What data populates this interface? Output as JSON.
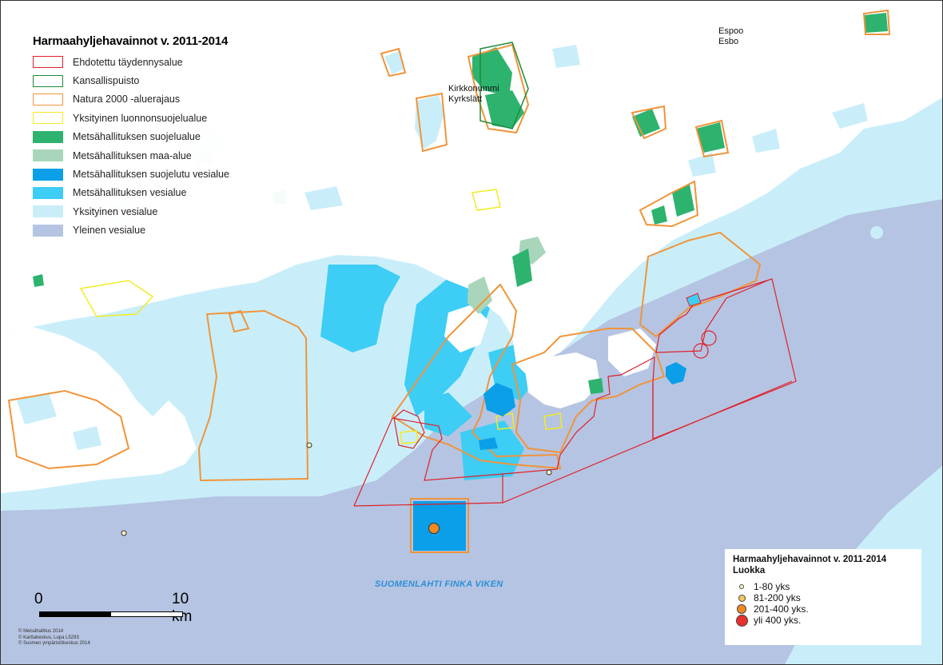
{
  "legend": {
    "title": "Harmaahyljehavainnot v. 2011-2014",
    "items": [
      {
        "label": "Ehdotettu täydennysalue",
        "fill": "#ffffff",
        "stroke": "#e0202a"
      },
      {
        "label": "Kansallispuisto",
        "fill": "#ffffff",
        "stroke": "#1e8c3a"
      },
      {
        "label": "Natura 2000 -aluerajaus",
        "fill": "#ffffff",
        "stroke": "#f0943a"
      },
      {
        "label": "Yksityinen luonnonsuojelualue",
        "fill": "#ffffff",
        "stroke": "#f2ec22"
      },
      {
        "label": "Metsähallituksen suojelualue",
        "fill": "#2db36e",
        "stroke": "#2db36e"
      },
      {
        "label": "Metsähallituksen maa-alue",
        "fill": "#a9d6bb",
        "stroke": "#a9d6bb"
      },
      {
        "label": "Metsähallituksen suojelutu vesialue",
        "fill": "#0a9fe8",
        "stroke": "#0a9fe8"
      },
      {
        "label": "Metsähallituksen vesialue",
        "fill": "#3dcdf5",
        "stroke": "#3dcdf5"
      },
      {
        "label": "Yksityinen vesialue",
        "fill": "#c9eefa",
        "stroke": "#c9eefa"
      },
      {
        "label": "Yleinen vesialue",
        "fill": "#b5c4e2",
        "stroke": "#b5c4e2"
      }
    ]
  },
  "class_legend": {
    "title": "Harmaahyljehavainnot v. 2011-2014",
    "subtitle": "Luokka",
    "items": [
      {
        "label": "1-80 yks",
        "color": "#fff7c0",
        "size": 6
      },
      {
        "label": "81-200 yks",
        "color": "#f6c75a",
        "size": 9
      },
      {
        "label": "201-400 yks.",
        "color": "#f08a22",
        "size": 12
      },
      {
        "label": "yli 400 yks.",
        "color": "#e8302c",
        "size": 15
      }
    ]
  },
  "places": {
    "espoo_fi": "Espoo",
    "espoo_sv": "Esbo",
    "kirkkonummi_fi": "Kirkkonummi",
    "kirkkonummi_sv": "Kyrkslätt"
  },
  "sea_label": "SUOMENLAHTI FINKA VIKEN",
  "scale": {
    "start": "0",
    "end": "10 km"
  },
  "credits": [
    "© Metsähallitus 2014",
    "© Karttakeskus, Lupa L5293",
    "© Suomen ympäristökeskus 2014"
  ],
  "observations": [
    {
      "class": "1-80 yks",
      "color": "#fff7c0"
    },
    {
      "class": "1-80 yks",
      "color": "#fff7c0"
    },
    {
      "class": "1-80 yks",
      "color": "#fff7c0"
    },
    {
      "class": "201-400 yks.",
      "color": "#f08a22"
    }
  ]
}
